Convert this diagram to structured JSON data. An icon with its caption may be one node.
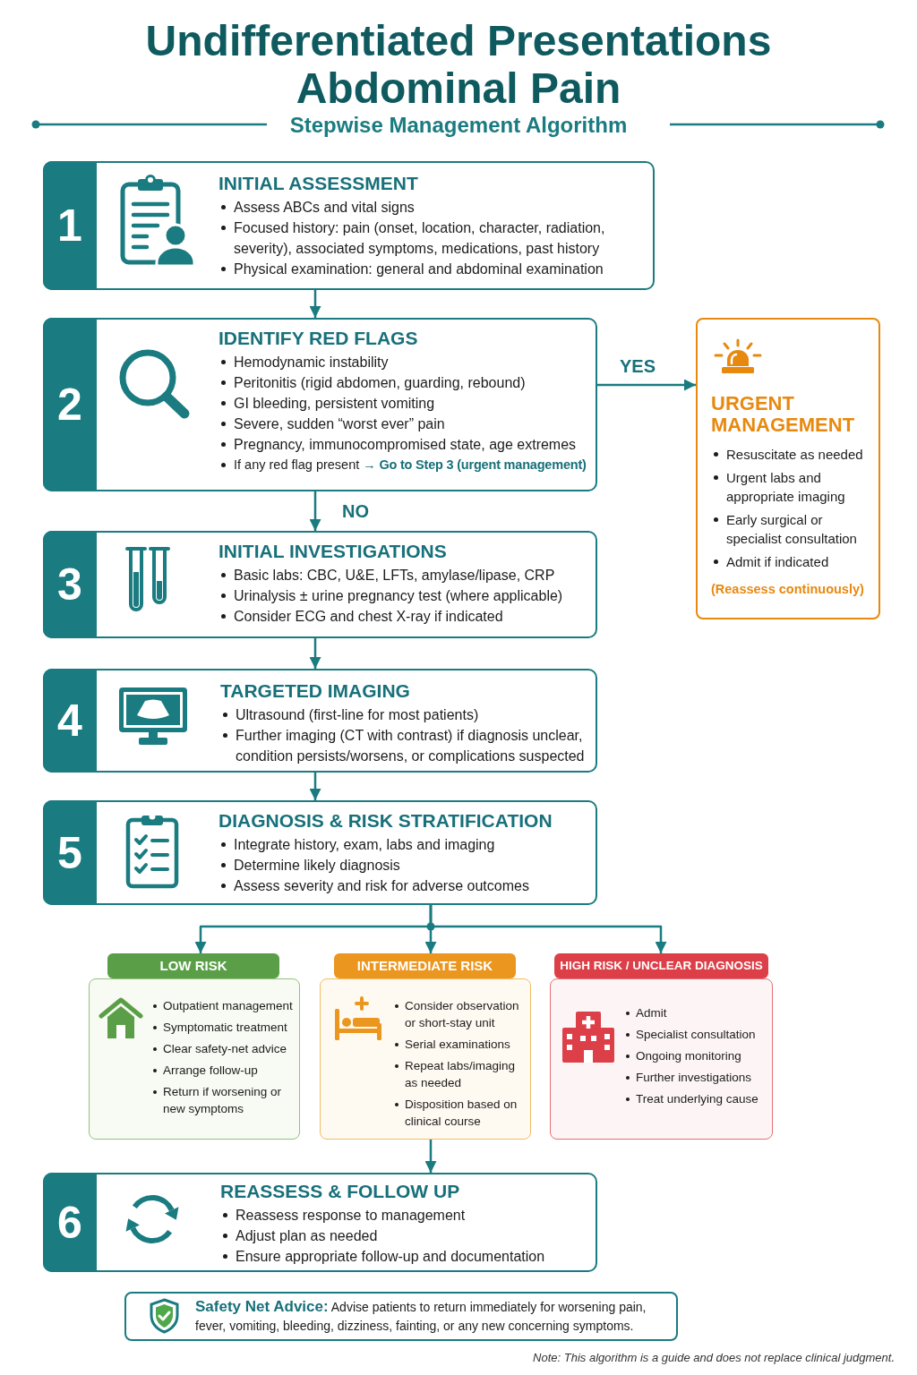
{
  "diagram": {
    "title": "Undifferentiated Presentations Abdominal Pain",
    "nodes": [
      {
        "text": [
          "1",
          "INITIAL ASSESSMENT",
          "Assess ABCs and vital signs",
          "Focused history: pain (onset, location, character, radiation, severity), associated symptoms, medications, past history",
          "Physical examination: general and abdominal examination"
        ]
      },
      {
        "text": [
          "2",
          "IDENTIFY RED FLAGS",
          "Hemodynamic instability",
          "Peritonitis (rigid abdomen, guarding, rebound)",
          "GI bleeding, persistent vomiting",
          "Severe, sudden “worst ever” pain",
          "Pregnancy, immunocompromised state, age extremes",
          "If any red flag present **→ Go to Step 3 (urgent management)**"
        ]
      },
      {
        "text": [
          "URGENT MANAGEMENT",
          "Resuscitate as needed",
          "Urgent labs and appropriate imaging",
          "Early surgical or specialist consultation",
          "Admit if indicated",
          "(Reassess continuously)"
        ]
      },
      {
        "text": [
          "3",
          "INITIAL INVESTIGATIONS",
          "Basic labs: CBC, U&E, LFTs, amylase/lipase, CRP",
          "Urinalysis ± urine pregnancy test (where applicable)",
          "Consider ECG and chest X-ray if indicated"
        ]
      },
      {
        "text": [
          "4",
          "TARGETED IMAGING",
          "Ultrasound (first-line for most patients)",
          "Further imaging (CT with contrast) if diagnosis unclear, condition persists/worsens, or complications suspected"
        ]
      },
      {
        "text": [
          "5",
          "DIAGNOSIS & RISK STRATIFICATION",
          "Integrate history, exam, labs and imaging",
          "Determine likely diagnosis",
          "Assess severity and risk for adverse outcomes"
        ]
      },
      {
        "text": [
          "LOW RISK",
          "Outpatient management",
          "Symptomatic treatment",
          "Clear safety-net advice",
          "Arrange follow-up",
          "Return if worsening or new symptoms"
        ]
      },
      {
        "text": [
          "INTERMEDIATE RISK",
          "Consider observation or short-stay unit",
          "Serial examinations",
          "Repeat labs/imaging as needed",
          "Disposition based on clinical course"
        ]
      },
      {
        "text": [
          "HIGH RISK / UNCLEAR DIAGNOSIS",
          "Admit",
          "Specialist consultation",
          "Ongoing monitoring",
          "Further investigations",
          "Treat underlying cause"
        ]
      },
      {
        "text": [
          "6",
          "REASSESS & FOLLOW UP",
          "Reassess response to management",
          "Adjust plan as needed",
          "Ensure appropriate follow-up and documentation"
        ]
      },
      {
        "text": [
          "**Safety Net Advice:** Advise patients to return immediately for worsening pain, fever, vomiting, bleeding, dizziness, fainting, or any new concerning symptoms."
        ]
      }
    ],
    "edges": [
      {
        "from": 0,
        "to": 1,
        "arrow": "to"
      },
      {
        "from": 1,
        "to": 2,
        "arrow": "to",
        "label": "YES"
      },
      {
        "from": 1,
        "to": 3,
        "arrow": "to",
        "label": "NO"
      },
      {
        "from": 3,
        "to": 4,
        "arrow": "to"
      },
      {
        "from": 4,
        "to": 5,
        "arrow": "to"
      },
      {
        "from": 5,
        "to": 6,
        "arrow": "to"
      },
      {
        "from": 5,
        "to": 7,
        "arrow": "to"
      },
      {
        "from": 5,
        "to": 8,
        "arrow": "to"
      },
      {
        "from": 7,
        "to": 9,
        "arrow": "to"
      }
    ],
    "labels": [
      "Stepwise Management Algorithm",
      "Note: This algorithm is a guide and does not replace clinical judgment."
    ]
  }
}
